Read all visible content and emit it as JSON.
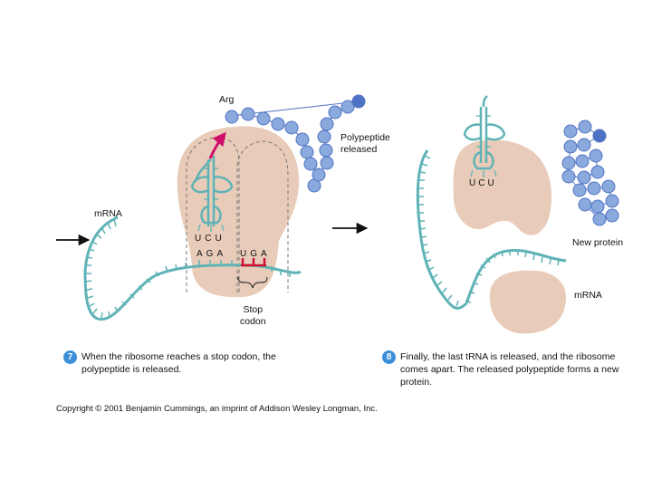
{
  "colors": {
    "ribosome": "#e8ccb9",
    "rna": "#5fb3b6",
    "protein": "#8aa9dc",
    "protein_dark": "#4f73c4",
    "stop": "#d0102f",
    "arrow_magenta": "#d0106a",
    "step_badge": "#3a8fd8"
  },
  "step7": {
    "labels": {
      "mrna": "mRNA",
      "arg": "Arg",
      "polypeptide_line1": "Polypeptide",
      "polypeptide_line2": "released",
      "anticodon": "UCU",
      "codon": "AGA",
      "stop_codon_letters": "UGA",
      "stop_line1": "Stop",
      "stop_line2": "codon"
    },
    "badge": "7",
    "caption_line1": "When the ribosome reaches a stop codon, the",
    "caption_line2": "polypeptide is released."
  },
  "step8": {
    "labels": {
      "anticodon": "UCU",
      "new_protein": "New protein",
      "mrna": "mRNA"
    },
    "badge": "8",
    "caption_line1": "Finally, the last tRNA is released, and the ribosome",
    "caption_line2": "comes apart. The released polypeptide forms a new",
    "caption_line3": "protein."
  },
  "copyright": "Copyright © 2001 Benjamin Cummings, an imprint of Addison Wesley Longman, Inc."
}
